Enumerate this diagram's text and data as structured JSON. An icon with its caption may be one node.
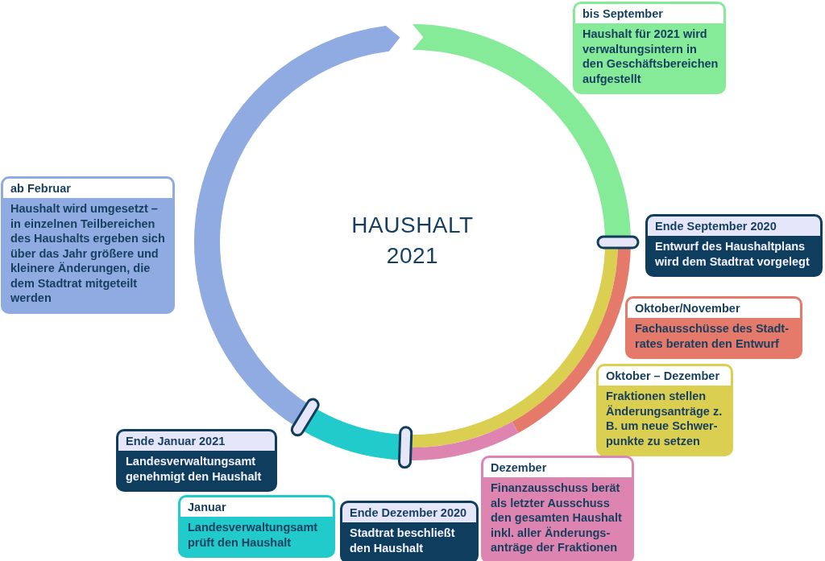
{
  "diagram": {
    "title": "HAUSHALT 2021",
    "nodes": [
      {
        "text": [
          "bis September",
          "Haushalt für 2021 wird verwaltungsintern in den Geschäftsbereichen aufgestellt"
        ]
      },
      {
        "text": [
          "Ende September 2020",
          "Entwurf des Haushaltplans wird dem Stadtrat vorgelegt"
        ]
      },
      {
        "text": [
          "Oktober/November",
          "Fachausschüsse des Stadt- rates beraten den Entwurf"
        ]
      },
      {
        "text": [
          "Oktober – Dezember",
          "Fraktionen stellen Änderungsanträge z. B. um neue Schwer- punkte zu setzen"
        ]
      },
      {
        "text": [
          "Dezember",
          "Finanzausschuss berät als letzter Ausschuss den gesamten Haushalt inkl. aller Änderungs- anträge der Fraktionen"
        ]
      },
      {
        "text": [
          "Ende Dezember 2020",
          "Stadtrat beschließt den Haushalt"
        ]
      },
      {
        "text": [
          "Januar",
          "Landesverwaltungsamt prüft den Haushalt"
        ]
      },
      {
        "text": [
          "Ende Januar 2021",
          "Landesverwaltungsamt genehmigt den Haushalt"
        ]
      },
      {
        "text": [
          "ab Februar",
          "Haushalt wird umgesetzt – in einzelnen Teilbereichen des Haushalts ergeben sich über das Jahr größere und kleinere Änderungen, die dem Stadtrat mitgeteilt werden"
        ]
      }
    ]
  }
}
